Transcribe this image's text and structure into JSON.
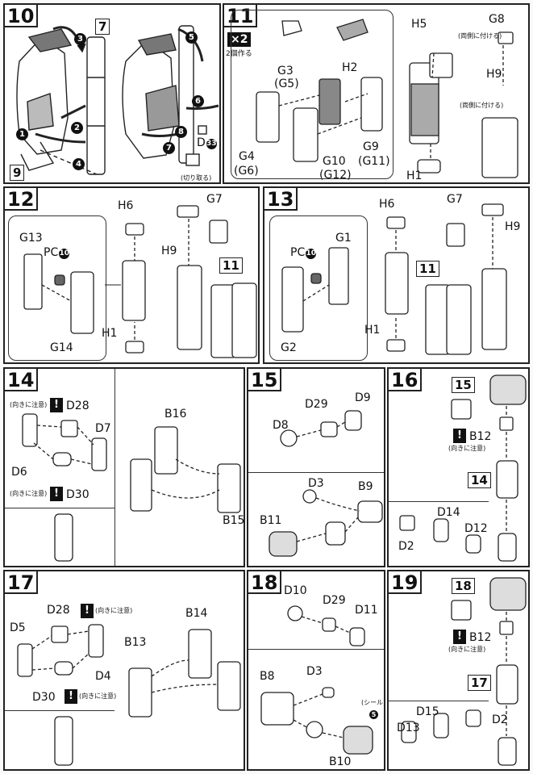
{
  "steps": {
    "s10": {
      "num": "10",
      "refs": [
        "7",
        "9"
      ],
      "labels": {
        "d": "D",
        "dnum": "33"
      },
      "seq": [
        "1",
        "2",
        "3",
        "4",
        "5",
        "6",
        "7",
        "8"
      ],
      "note": "(切り取る)"
    },
    "s11": {
      "num": "11",
      "badge": "×2",
      "badge_note": "2個作る",
      "labels": {
        "g3": "G3",
        "g5": "(G5)",
        "g4": "G4",
        "g6": "(G6)",
        "g10": "G10",
        "g12": "(G12)",
        "g9": "G9",
        "g11": "(G11)",
        "h2": "H2",
        "h5": "H5",
        "h1": "H1",
        "h9": "H9",
        "g8": "G8"
      },
      "notes": [
        "(両側に付ける)",
        "(両側に付ける)"
      ]
    },
    "s12": {
      "num": "12",
      "ref": "11",
      "labels": {
        "g13": "G13",
        "pc": "PC",
        "pcn": "10",
        "g14": "G14",
        "h6": "H6",
        "h1": "H1",
        "g7": "G7",
        "h9": "H9"
      }
    },
    "s13": {
      "num": "13",
      "ref": "11",
      "labels": {
        "g1": "G1",
        "pc": "PC",
        "pcn": "10",
        "g2": "G2",
        "h6": "H6",
        "h1": "H1",
        "g7": "G7",
        "h9": "H9"
      }
    },
    "s14": {
      "num": "14",
      "labels": {
        "d28": "D28",
        "d7": "D7",
        "d6": "D6",
        "d30": "D30",
        "b16": "B16",
        "b15": "B15"
      },
      "notes": [
        "(向きに注意)",
        "(向きに注意)"
      ]
    },
    "s15": {
      "num": "15",
      "labels": {
        "d29": "D29",
        "d9": "D9",
        "d8": "D8",
        "d3": "D3",
        "b9": "B9",
        "b11": "B11"
      }
    },
    "s16": {
      "num": "16",
      "refs": [
        "15",
        "14"
      ],
      "labels": {
        "b12": "B12",
        "d14": "D14",
        "d12": "D12",
        "d2": "D2"
      },
      "note": "(向きに注意)"
    },
    "s17": {
      "num": "17",
      "labels": {
        "d28": "D28",
        "d5": "D5",
        "d4": "D4",
        "d30": "D30",
        "b13": "B13",
        "b14": "B14"
      },
      "notes": [
        "(向きに注意)",
        "(向きに注意)"
      ]
    },
    "s18": {
      "num": "18",
      "labels": {
        "d10": "D10",
        "d29": "D29",
        "d11": "D11",
        "d3": "D3",
        "b8": "B8",
        "b10": "B10"
      },
      "sticker": "(シール)",
      "sticker_num": "5"
    },
    "s19": {
      "num": "19",
      "refs": [
        "18",
        "17"
      ],
      "labels": {
        "b12": "B12",
        "d15": "D15",
        "d13": "D13",
        "d2": "D2"
      },
      "note": "(向きに注意)"
    }
  },
  "colors": {
    "line": "#222222",
    "shade": "#9a9a9a",
    "dark": "#555555"
  }
}
